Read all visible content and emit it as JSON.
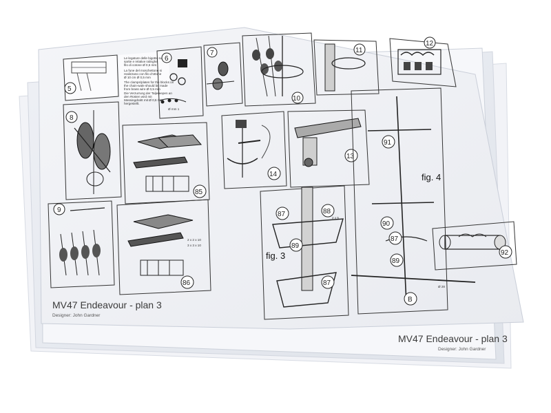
{
  "front_sheet": {
    "title": "MV47 Endeavour - plan 3",
    "designer": "Designer: John Gardner"
  },
  "back_sheet": {
    "title": "MV47 Endeavour - plan 3",
    "designer": "Designer: John Gardner"
  },
  "panels": {
    "p5": "5",
    "p6": "6",
    "p7": "7",
    "p8": "8",
    "p9": "9",
    "p10": "10",
    "p11": "11",
    "p12": "12",
    "p13": "13",
    "p14": "14",
    "p85": "85",
    "p86": "86",
    "p87a": "87",
    "p87b": "87",
    "p87c": "87",
    "p88": "88",
    "p89a": "89",
    "p89b": "89",
    "p90": "90",
    "p91": "91",
    "p92": "92",
    "pB": "B"
  },
  "figure_labels": {
    "fig3": "fig. 3",
    "fig4": "fig. 4"
  },
  "note_lines": [
    "Le legature delle bigotte sulle",
    "sartie e relative ralinghe",
    "filo di cotone Ø 0,5 mm",
    "La fune del moschettone si",
    "realizzano con filo d'ottone",
    "Ø 10 cm Ø 0,5 mm",
    "The clamps/plates for the blocks on",
    "the chain-wale should be made",
    "from brass wire Ø 0,5 mm",
    "Die Verzurrung der Taljereepen an",
    "den Rüsten wird mit",
    "Messingdraht mit Ø 0,5 mm",
    "hergestellt."
  ],
  "dimension_labels": {
    "d1": "2 x 5",
    "d2": "2 x 2 x 10",
    "d3": "3 x 3 x 10",
    "d4": "Ø mm 1",
    "d5": "Ø 28"
  }
}
